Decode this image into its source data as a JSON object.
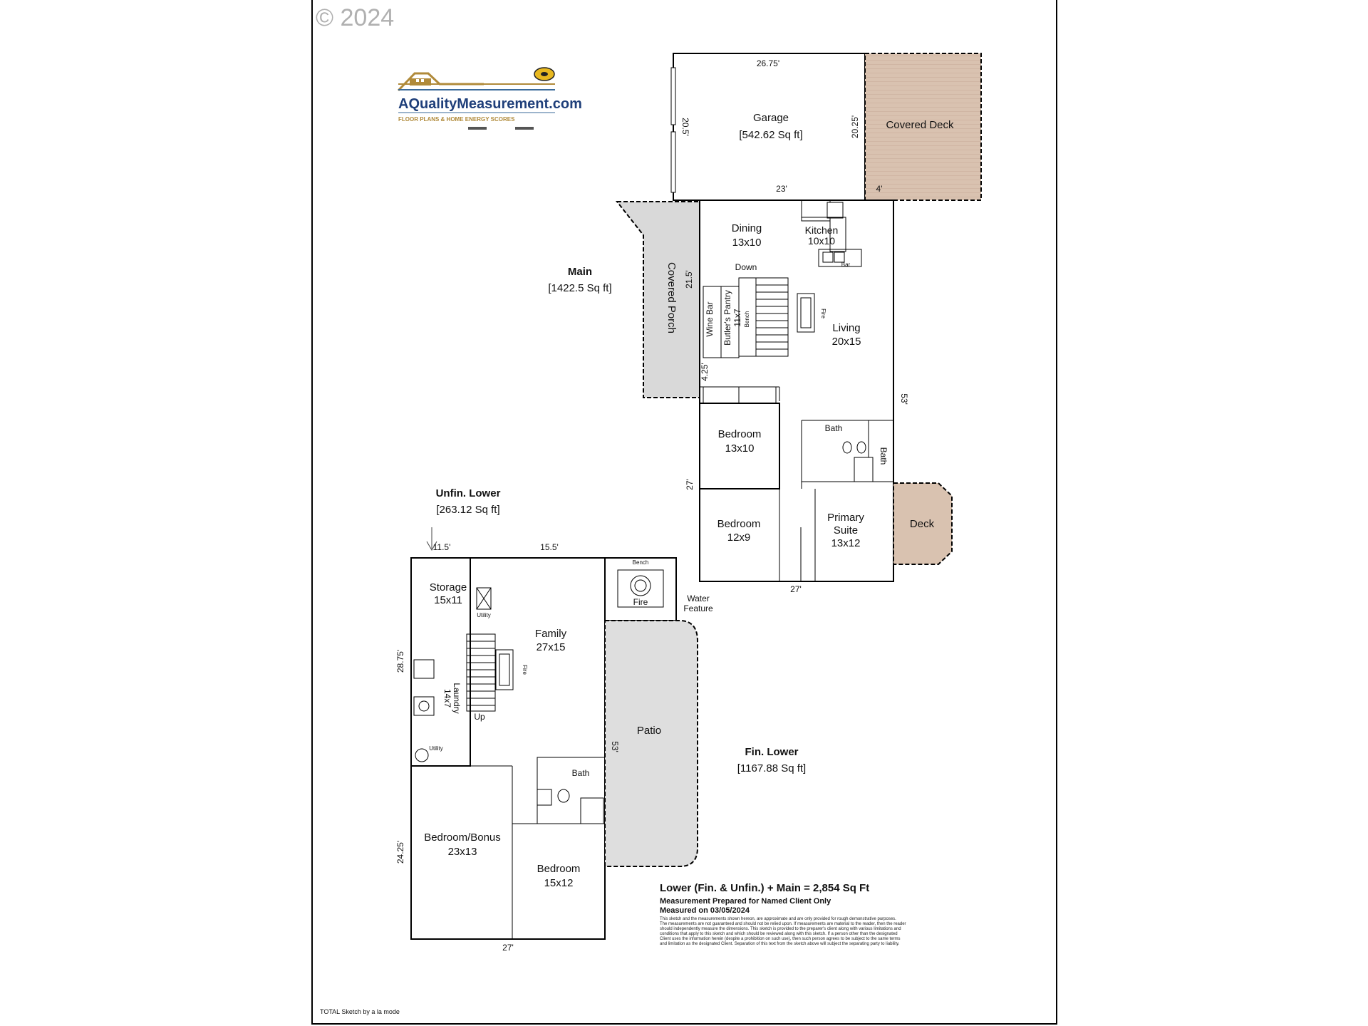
{
  "copyright": "© 2024",
  "logo": {
    "name": "AQualityMeasurement.com",
    "tagline": "FLOOR PLANS & HOME ENERGY SCORES"
  },
  "levels": {
    "main": {
      "title": "Main",
      "area": "[1422.5 Sq ft]"
    },
    "unfin_lower": {
      "title": "Unfin. Lower",
      "area": "[263.12 Sq ft]"
    },
    "fin_lower": {
      "title": "Fin. Lower",
      "area": "[1167.88 Sq ft]"
    }
  },
  "rooms": {
    "garage": {
      "name": "Garage",
      "size": "[542.62 Sq ft]"
    },
    "covered_deck": {
      "name": "Covered Deck"
    },
    "covered_porch": {
      "name": "Covered Porch"
    },
    "dining": {
      "name": "Dining",
      "size": "13x10"
    },
    "kitchen": {
      "name": "Kitchen",
      "size": "10x10"
    },
    "butlers_pantry": {
      "name": "Butler's Pantry",
      "size": "11x7"
    },
    "wine_bar": {
      "name": "Wine Bar"
    },
    "living": {
      "name": "Living",
      "size": "20x15"
    },
    "bedroom1": {
      "name": "Bedroom",
      "size": "13x10"
    },
    "bedroom2": {
      "name": "Bedroom",
      "size": "12x9"
    },
    "primary": {
      "name1": "Primary",
      "name2": "Suite",
      "size": "13x12"
    },
    "bath_main1": {
      "name": "Bath"
    },
    "bath_main2": {
      "name": "Bath"
    },
    "deck": {
      "name": "Deck"
    },
    "storage": {
      "name": "Storage",
      "size": "15x11"
    },
    "laundry": {
      "name": "Laundry",
      "size": "14x7"
    },
    "family": {
      "name": "Family",
      "size": "27x15"
    },
    "bath_lower": {
      "name": "Bath"
    },
    "bedroom_bonus": {
      "name": "Bedroom/Bonus",
      "size": "23x13"
    },
    "bedroom_lower": {
      "name": "Bedroom",
      "size": "15x12"
    },
    "patio": {
      "name": "Patio"
    },
    "fire_pit": {
      "name": "Fire"
    },
    "water_feature": {
      "name1": "Water",
      "name2": "Feature"
    }
  },
  "small_labels": {
    "down": "Down",
    "up": "Up",
    "fire": "Fire",
    "bench": "Bench",
    "bar": "Bar",
    "utility": "Utility"
  },
  "dimensions": {
    "garage_top": "26.75'",
    "garage_left": "20.5'",
    "garage_right": "20.25'",
    "garage_bottom": "23'",
    "deck_bottom": "4'",
    "main_left": "21.5'",
    "main_step": "4.25'",
    "main_right": "53'",
    "main_left_lower": "27'",
    "main_bottom": "27'",
    "lower_top_left": "11.5'",
    "lower_top_right": "15.5'",
    "lower_left_upper": "28.75'",
    "lower_left_lower": "24.25'",
    "lower_bottom": "27'",
    "lower_right": "53'"
  },
  "summary": {
    "total": "Lower (Fin. & Unfin.) + Main = 2,854 Sq Ft",
    "prepared": "Measurement Prepared for Named Client Only",
    "measured": "Measured on 03/05/2024",
    "disclaimer": [
      "This sketch and the measurements shown hereon, are approximate and are only provided for rough demonstrative purposes.",
      "The measurements are not guaranteed and should not be relied upon. If measurements are material to the reader, then the reader",
      "should independently measure the dimensions. This sketch is provided to the preparer's client along with various limitations and",
      "conditions that apply to this sketch and which should be reviewed along with this sketch. If a person other than the designated",
      "Client uses the information herein (despite a prohibition on such use), then such person agrees to be subject to the same terms",
      "and limitation as the designated Client. Separation of this text from the sketch above will subject the separating party to liability."
    ]
  },
  "footer": "TOTAL Sketch by a la mode",
  "colors": {
    "main_floor": "#ffffc0",
    "garage": "#a8f0a0",
    "deck": "#d9c2b0",
    "porch": "#d9d9d9",
    "fin_lower": "#fcd9c8",
    "unfin_lower": "#f1ece4"
  }
}
